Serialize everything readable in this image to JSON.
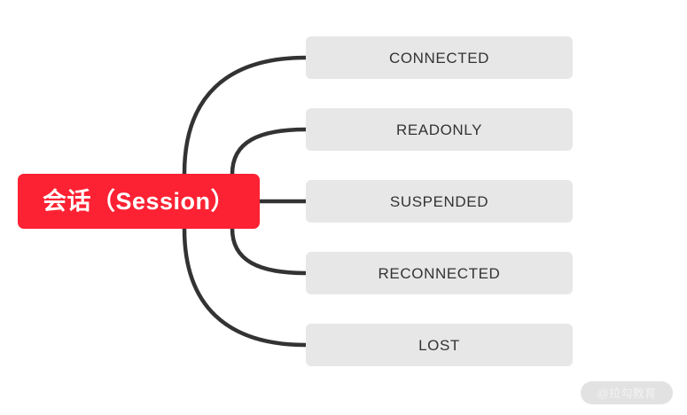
{
  "diagram": {
    "type": "mind-map",
    "root": {
      "label": "会话（Session）",
      "color": "#fc2233",
      "text_color": "#ffffff"
    },
    "branch_color": "#333333",
    "leaf_color": "#e7e7e7",
    "leaf_text_color": "#333333",
    "leaves": [
      {
        "label": "CONNECTED"
      },
      {
        "label": "READONLY"
      },
      {
        "label": "SUSPENDED"
      },
      {
        "label": "RECONNECTED"
      },
      {
        "label": "LOST"
      }
    ]
  },
  "watermark": {
    "label": "@拉勾教育"
  }
}
